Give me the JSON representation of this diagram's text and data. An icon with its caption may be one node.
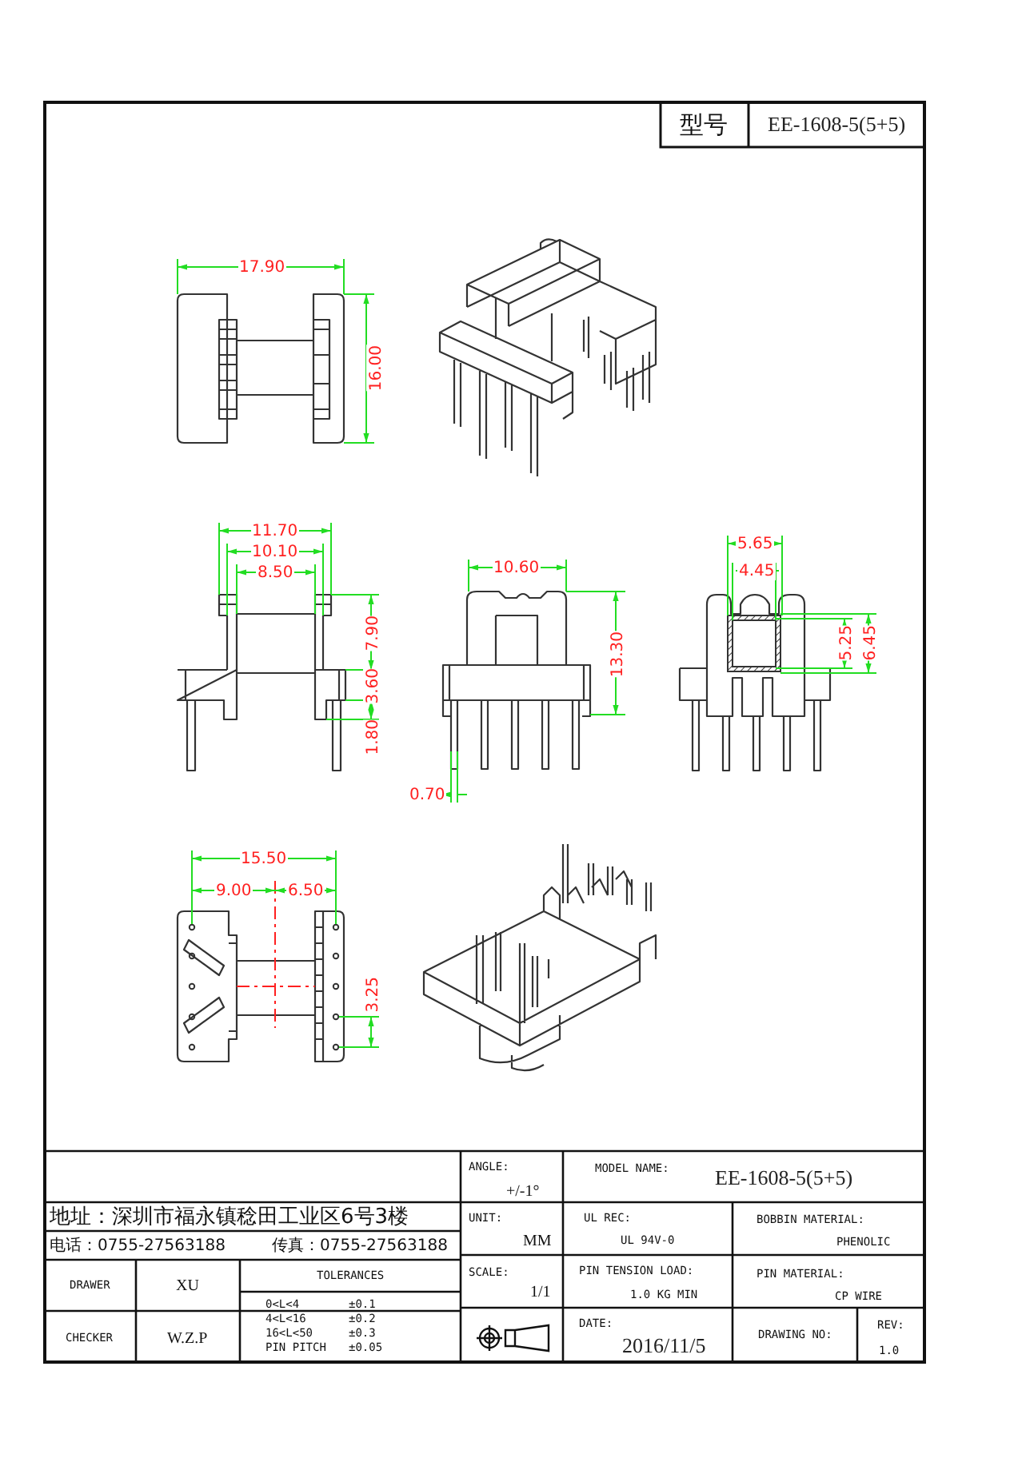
{
  "diagram": {
    "labels": [
      "型号",
      "EE-1608-5(5+5)",
      "17.90",
      "16.00",
      "11.70",
      "10.10",
      "8.50",
      "7.90",
      "3.60",
      "1.80",
      "10.60",
      "13.30",
      "0.70",
      "5.65",
      "4.45",
      "5.25",
      "6.45",
      "15.50",
      "9.00",
      "6.50",
      "3.25",
      "ANGLE:",
      "+/-1°",
      "MODEL NAME:",
      "EE-1608-5(5+5)",
      "地址：深圳市福永镇稔田工业区6号3楼",
      "UNIT:",
      "MM",
      "UL REC:",
      "UL 94V-0",
      "BOBBIN MATERIAL:",
      "PHENOLIC",
      "电话：0755-27563188",
      "传真：0755-27563188",
      "DRAWER",
      "XU",
      "TOLERANCES",
      "SCALE:",
      "1/1",
      "PIN TENSION LOAD:",
      "1.0 KG MIN",
      "PIN MATERIAL:",
      "CP WIRE",
      "0<L<4",
      "±0.1",
      "4<L<16",
      "±0.2",
      "16<L<50",
      "±0.3",
      "PIN PITCH",
      "±0.05",
      "CHECKER",
      "W.Z.P",
      "DATE:",
      "2016/11/5",
      "DRAWING NO:",
      "REV:",
      "1.0"
    ]
  }
}
